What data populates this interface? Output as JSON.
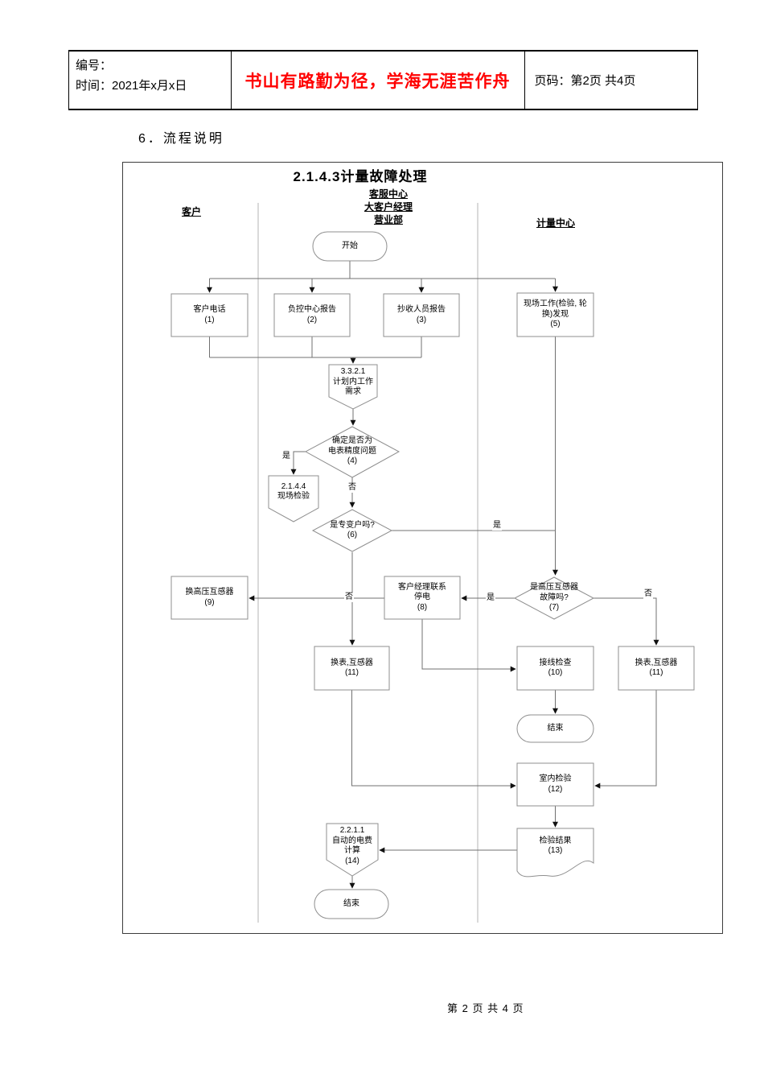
{
  "header": {
    "number_label": "编号：",
    "time_label": "时间：2021年x月x日",
    "motto": "书山有路勤为径，学海无涯苦作舟",
    "page_label": "页码：第2页  共4页"
  },
  "section_heading": "6．流程说明",
  "flowchart": {
    "title": "2.1.4.3计量故障处理",
    "lanes": {
      "lane1": "客户",
      "lane2_line1": "客服中心",
      "lane2_line2": "大客户经理",
      "lane2_line3": "营业部",
      "lane3": "计量中心"
    },
    "nodes": {
      "start": "开始",
      "n1": "客户电话\n(1)",
      "n2": "负控中心报告\n(2)",
      "n3": "抄收人员报告\n(3)",
      "n5": "现场工作(检验, 轮\n换)发现\n(5)",
      "p3321": "3.3.2.1\n计划内工作\n需求",
      "d4": "确定是否为\n电表精度问题\n(4)",
      "p2144": "2.1.4.4\n现场检验",
      "d6": "是专变户吗?\n(6)",
      "n9": "换高压互感器\n(9)",
      "n8": "客户经理联系\n停电\n(8)",
      "d7": "是高压互感器\n故障吗?\n(7)",
      "n11_left": "换表,互感器\n(11)",
      "n10": "接线检查\n(10)",
      "n11_right": "换表,互感器\n(11)",
      "end1": "结束",
      "n12": "室内检验\n(12)",
      "d13": "检验结果\n(13)",
      "p2211": "2.2.1.1\n自动的电费\n计算\n(14)",
      "end2": "结束"
    },
    "edge_labels": {
      "yes": "是",
      "no": "否"
    }
  },
  "footer": {
    "page_info": "第 2 页 共 4 页"
  },
  "colors": {
    "motto_red": "#ff0000",
    "line_gray": "#707070",
    "shape_gray": "#8f8f8f"
  }
}
